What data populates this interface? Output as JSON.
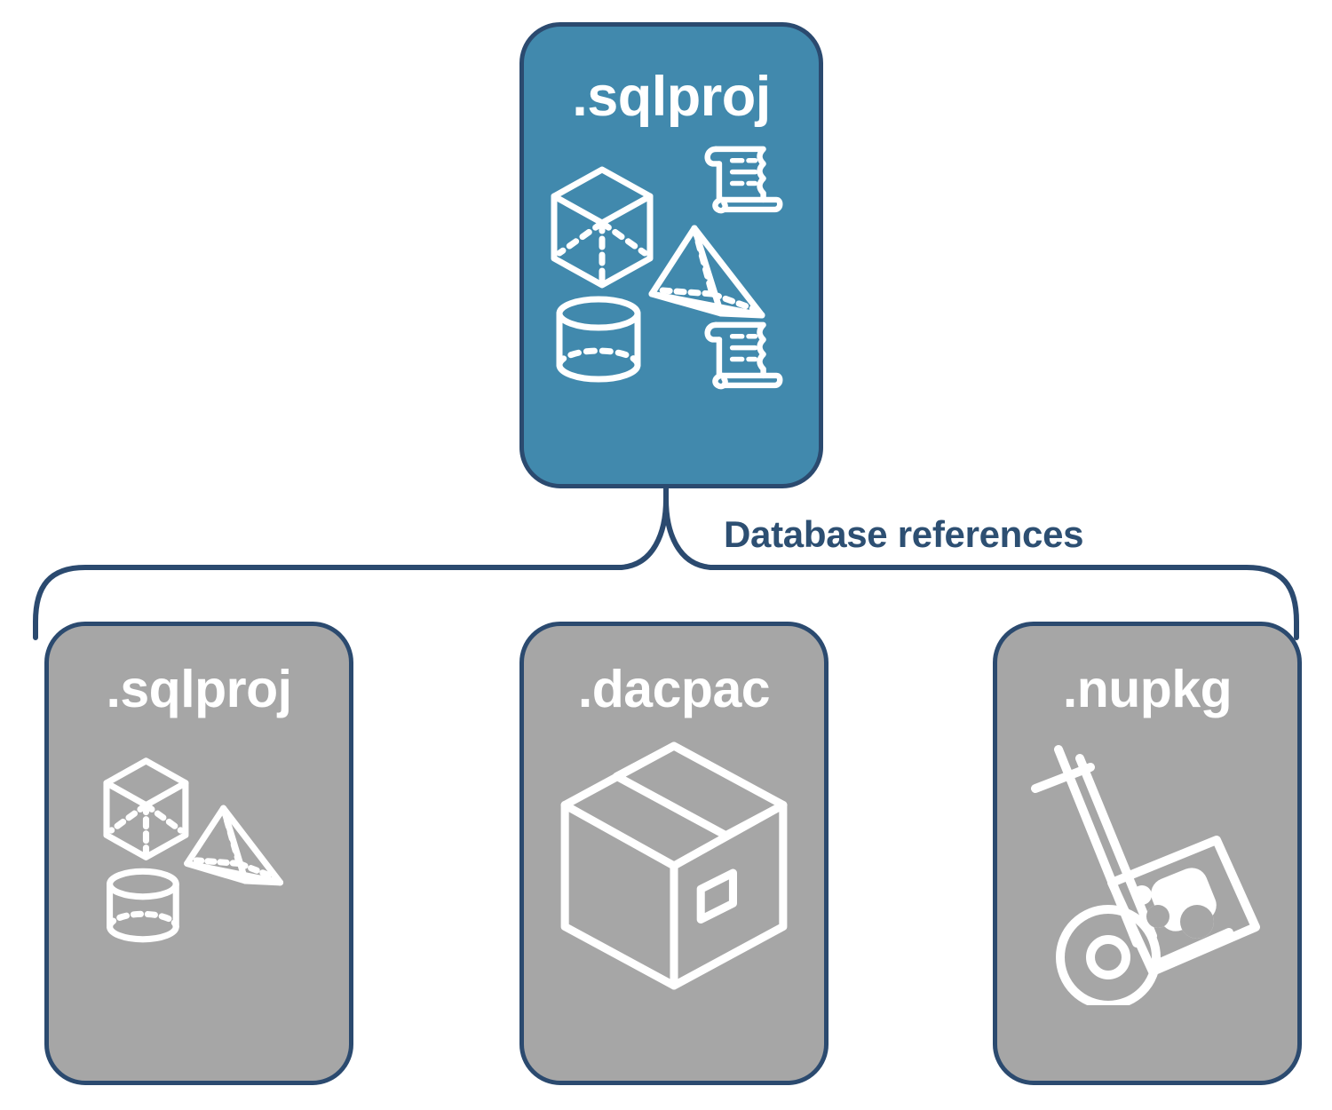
{
  "diagram": {
    "title_text": "Database references",
    "colors": {
      "primary_card_fill": "#4189AD",
      "secondary_card_fill": "#A6A6A6",
      "card_border": "#2B4A6F",
      "label_text": "#2D4F72",
      "icon_stroke": "#FFFFFF",
      "background": "#FFFFFF"
    },
    "source_node": {
      "label": ".sqlproj",
      "fill": "primary",
      "icons": [
        "cube-icon",
        "scroll-icon",
        "pyramid-icon",
        "cylinder-icon",
        "scroll-icon"
      ]
    },
    "connector": {
      "kind": "curly-brace",
      "label": "Database references"
    },
    "target_nodes": [
      {
        "label": ".sqlproj",
        "fill": "secondary",
        "icons": [
          "cube-icon",
          "pyramid-icon",
          "cylinder-icon"
        ]
      },
      {
        "label": ".dacpac",
        "fill": "secondary",
        "icons": [
          "package-box-icon"
        ]
      },
      {
        "label": ".nupkg",
        "fill": "secondary",
        "icons": [
          "hand-truck-icon"
        ]
      }
    ]
  }
}
